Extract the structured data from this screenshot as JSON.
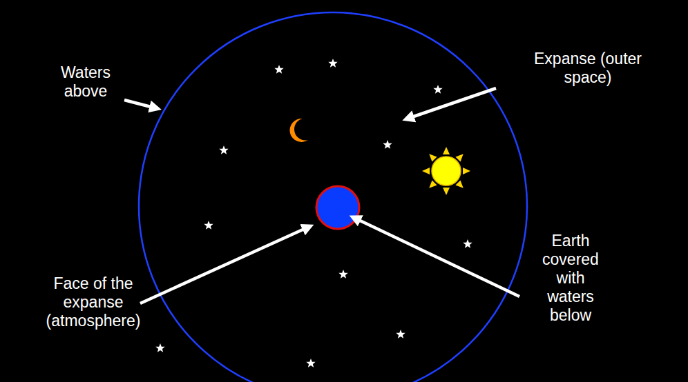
{
  "diagram": {
    "labels": [
      "Waters above",
      "Expanse (outer space)",
      "Face of the expanse (atmosphere)",
      "Earth covered with waters below"
    ]
  }
}
